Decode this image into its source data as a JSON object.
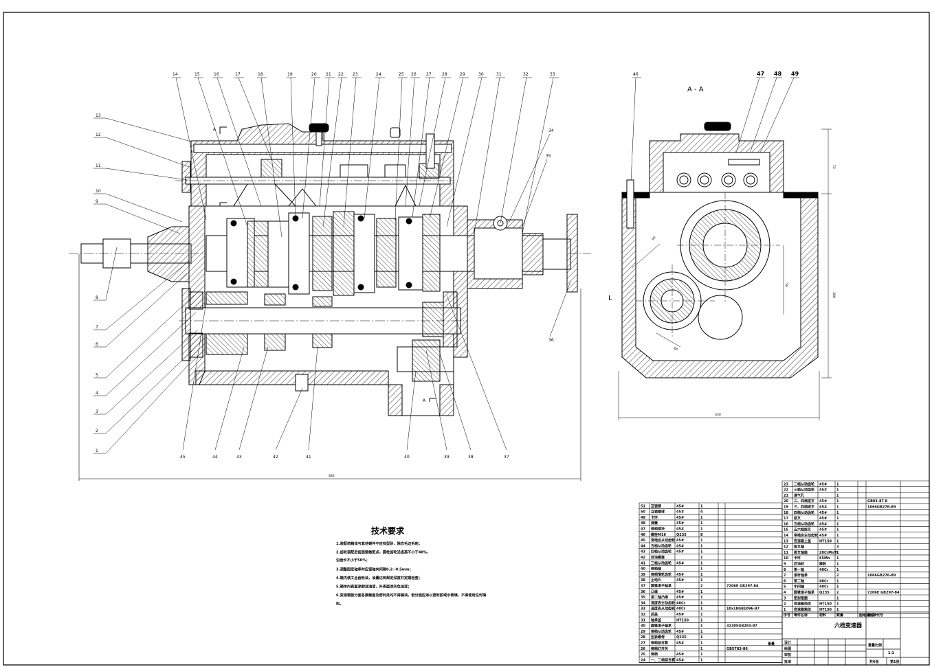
{
  "section_label": "A - A",
  "cut_marks": [
    "A",
    "A"
  ],
  "side_label": "L",
  "dims": {
    "overall_width": "485",
    "section_width": "330",
    "section_height": "380",
    "top_height": "72",
    "center_dist": "56",
    "gear_dia": "90",
    "small_dia": "60"
  },
  "callouts_top": [
    "14",
    "15",
    "16",
    "17",
    "18",
    "19",
    "20",
    "21",
    "22",
    "23",
    "24",
    "25",
    "26",
    "27",
    "28",
    "29",
    "30",
    "31",
    "32",
    "33"
  ],
  "callouts_left": [
    "13",
    "12",
    "11",
    "10",
    "9",
    "8",
    "7",
    "6",
    "5",
    "4",
    "3",
    "2",
    "1"
  ],
  "callouts_bottom": [
    "45",
    "44",
    "43",
    "42",
    "41",
    "40",
    "39",
    "38",
    "37"
  ],
  "callouts_right": [
    "34",
    "35",
    "36"
  ],
  "callouts_section": [
    "46",
    "47",
    "48",
    "49"
  ],
  "requirements": {
    "title": "技术要求",
    "lines": [
      "1.装配前箱体与其他铸件不应有型砂，除去毛边毛刺；",
      "2.齿轮装配后齿面接触斑点，圆柱齿轮沿齿高不小于40%，",
      "沿齿长不小于50%；",
      "3.调整固定轴承时应留轴向间隙0.2~0.5mm；",
      "4.箱内装工业齿轮油，油量达到规定深度并定期检查；",
      "5.箱体内表面涂耐油油漆，外表面涂灰色油漆；",
      "6.变速箱剖分面各接触面及密封处均不得漏油，剖分面应涂以密封胶或水玻璃，不得使用任何填",
      "料。"
    ]
  },
  "bom_left": [
    [
      "51",
      "互锁销",
      "45#",
      "1"
    ],
    [
      "50",
      "互锁钢球",
      "45#",
      "4"
    ],
    [
      "49",
      "卡环",
      "45#",
      "1"
    ],
    [
      "48",
      "弹簧",
      "45#",
      "1"
    ],
    [
      "47",
      "倒档锁块",
      "45#",
      "1"
    ],
    [
      "46",
      "螺栓M16",
      "Q235",
      "8"
    ],
    [
      "45",
      "常啮合从动齿轮",
      "45#",
      "1"
    ],
    [
      "44",
      "五档从动齿轮",
      "45#",
      "1"
    ],
    [
      "43",
      "四档从动齿轮",
      "45#",
      "1"
    ],
    [
      "42",
      "放油螺塞",
      "",
      "1"
    ],
    [
      "41",
      "三档从动齿轮",
      "45#",
      "1"
    ],
    [
      "40",
      "倒档轴",
      "",
      "1"
    ],
    [
      "39",
      "倒档惰轮齿轮",
      "45#",
      "1"
    ],
    [
      "38",
      "止动片",
      "45#",
      "1"
    ],
    [
      "37",
      "圆锥滚子轴承",
      "",
      "2"
    ],
    [
      "36",
      "凸缘",
      "45#",
      "1"
    ],
    [
      "35",
      "第二轴凸缘",
      "45#",
      "1"
    ],
    [
      "34",
      "速度表主动齿轮",
      "40Cr",
      "1"
    ],
    [
      "33",
      "速度表从动齿轮",
      "40Cr",
      "1"
    ],
    [
      "32",
      "后盖",
      "45#",
      "1"
    ],
    [
      "31",
      "轴承盖",
      "HT150",
      "1"
    ],
    [
      "30",
      "圆锥滚子轴承",
      "",
      "1"
    ],
    [
      "29",
      "倒档从动齿轮",
      "45#",
      "1"
    ],
    [
      "28",
      "压紧螺母",
      "Q235",
      "1"
    ],
    [
      "27",
      "倒档结合套",
      "45#",
      "1"
    ],
    [
      "26",
      "倒档灯开关",
      "",
      "1"
    ],
    [
      "25",
      "倒档",
      "45#",
      "1"
    ],
    [
      "24",
      "一、二档结合套",
      "45#",
      "1"
    ]
  ],
  "bom_left_std": [
    [
      "37",
      "7206E GB297-84"
    ],
    [
      "33",
      "10x18GB1096-97"
    ],
    [
      "30",
      "32305GB283-87"
    ],
    [
      "26",
      "GB5783-86"
    ]
  ],
  "bom_right": [
    [
      "23",
      "二档从动齿轮",
      "45#",
      "1"
    ],
    [
      "22",
      "三档从动齿轮",
      "45#",
      "1"
    ],
    [
      "21",
      "通气孔",
      "",
      "1"
    ],
    [
      "20",
      "三、四档拨叉",
      "45#",
      "1"
    ],
    [
      "19",
      "三、四档拨叉",
      "45#",
      "1"
    ],
    [
      "18",
      "四档从动齿轮",
      "45#",
      "1"
    ],
    [
      "17",
      "拨叉",
      "45#",
      "1"
    ],
    [
      "16",
      "五档从动齿轮",
      "45#",
      "1"
    ],
    [
      "15",
      "五六档拨叉",
      "45#",
      "1"
    ],
    [
      "14",
      "常啮合主动齿轮",
      "45#",
      "1"
    ],
    [
      "13",
      "变速箱上盖",
      "HT150",
      "1"
    ],
    [
      "12",
      "拨叉轴",
      "",
      "3"
    ],
    [
      "11",
      "拨叉轴座",
      "20CrMnTi",
      "1"
    ],
    [
      "10",
      "卡环",
      "65Mn",
      "1"
    ],
    [
      "9",
      "后油封",
      "橡胶",
      "1"
    ],
    [
      "8",
      "第一轴",
      "40Cr",
      "1"
    ],
    [
      "7",
      "滚针轴承",
      "",
      "2"
    ],
    [
      "6",
      "第二轴",
      "40Cr",
      "1"
    ],
    [
      "5",
      "中间轴",
      "40Cr",
      "1"
    ],
    [
      "4",
      "圆锥滚子轴承",
      "Q235",
      "2"
    ],
    [
      "3",
      "密封垫圈",
      "",
      "1"
    ],
    [
      "2",
      "变速箱壳体",
      "HT150",
      "1"
    ],
    [
      "1",
      "变速箱箱体",
      "HT150",
      "1"
    ]
  ],
  "bom_right_std": [
    [
      "20",
      "GB93-87 8"
    ],
    [
      "19",
      "1066GB276-89"
    ],
    [
      "7",
      "1066GB276-89"
    ],
    [
      "4",
      "7206E GB297-84"
    ]
  ],
  "bom_header": [
    "序号",
    "零件名称",
    "材料",
    "数量",
    "图纸及标准代号",
    "备注"
  ],
  "title_block": {
    "name": "六档变速器",
    "scale_label": "重量比例",
    "scale": "1:1",
    "sheet_total": "共6张",
    "sheet_no": "第1张",
    "rows": [
      "设计",
      "绘图",
      "审核",
      "批准"
    ],
    "side": "重量"
  }
}
